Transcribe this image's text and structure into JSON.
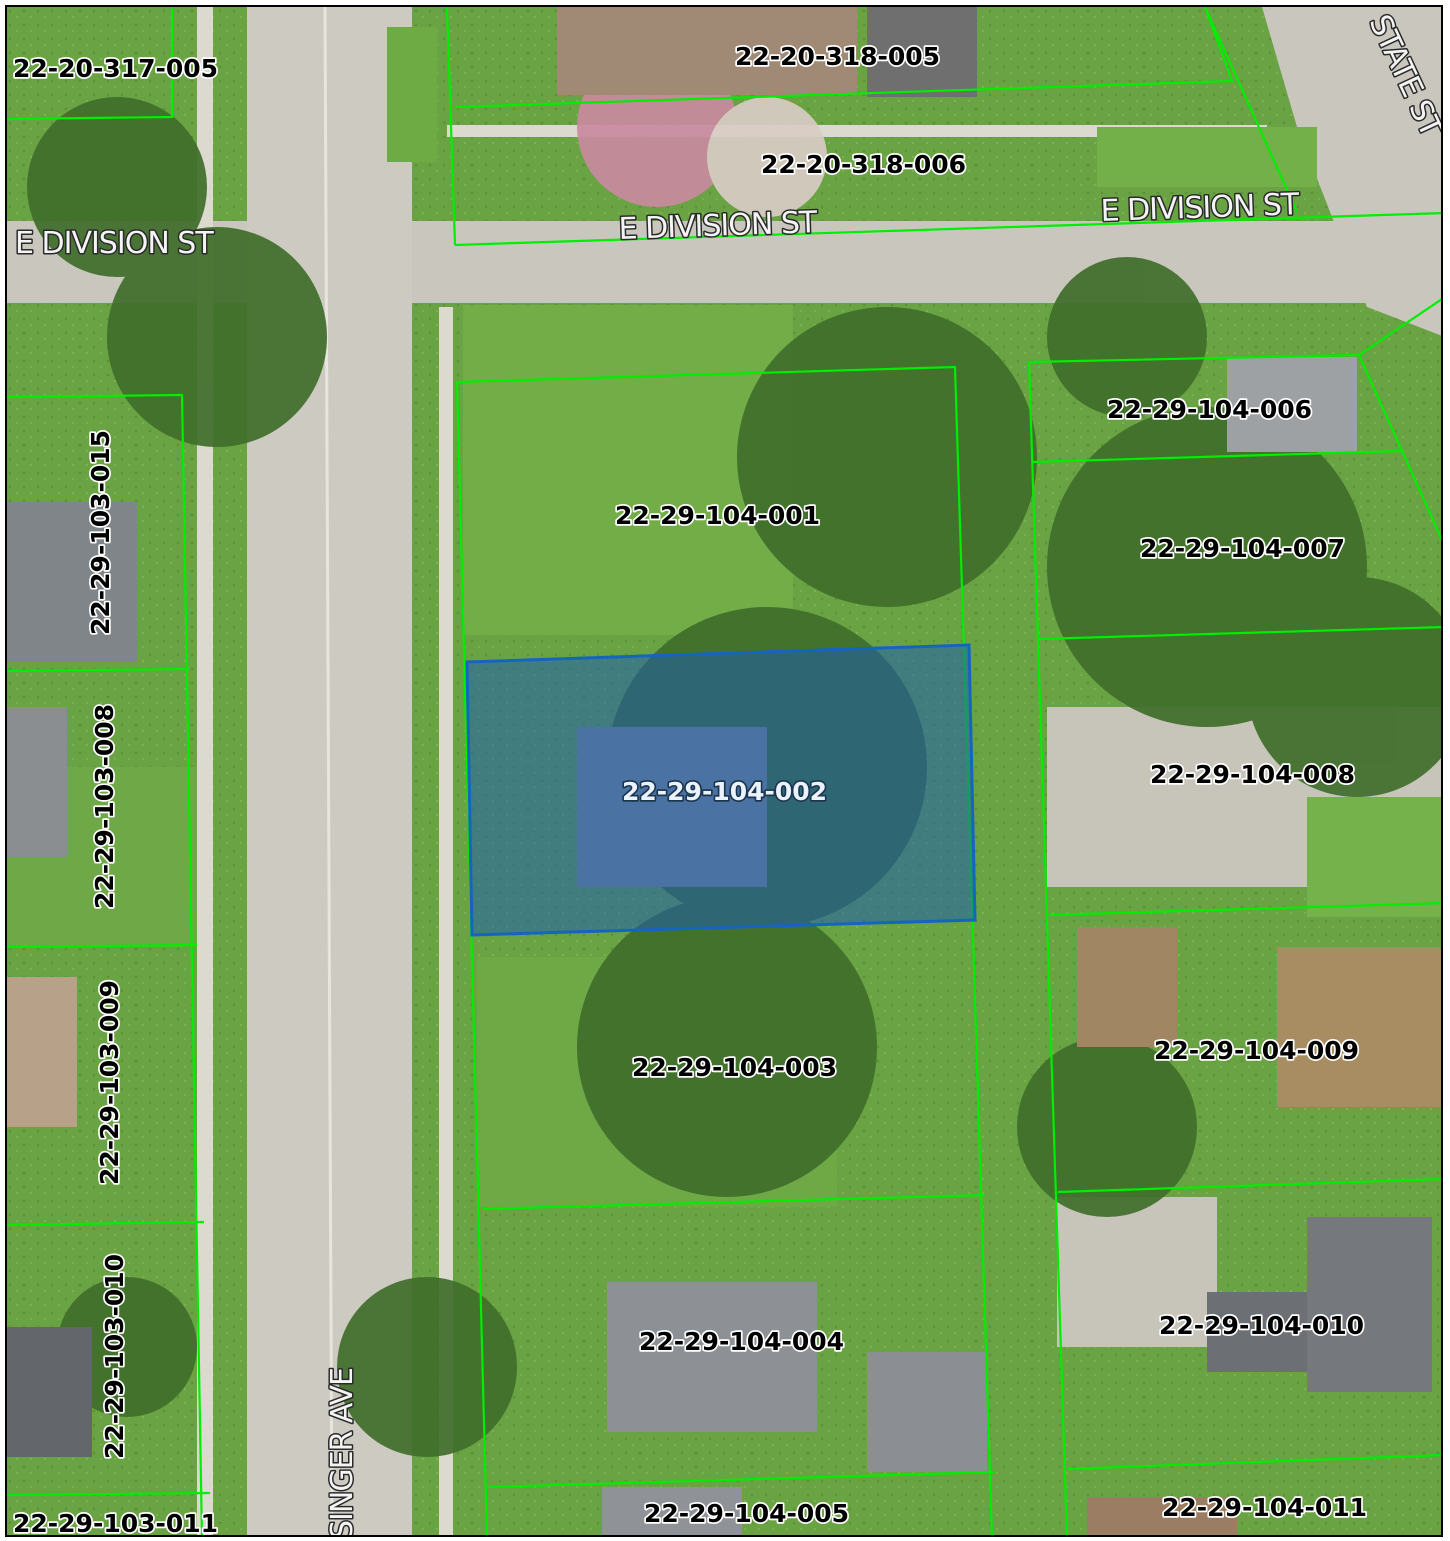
{
  "map": {
    "colors": {
      "parcel_line": "#00ee00",
      "selection_fill": "#1f5fae",
      "selection_stroke": "#1565c0",
      "road": "#c9c6bd",
      "grass": "#6aa343",
      "tree": "#3f6e2a",
      "roof": "#8b8f93"
    },
    "streets": {
      "e_division_left": "E DIVISION ST",
      "e_division_mid": "E DIVISION ST",
      "e_division_right": "E DIVISION ST",
      "state": "STATE ST",
      "singer": "SINGER AVE"
    },
    "parcels": {
      "p_317_005": "22-20-317-005",
      "p_318_005": "22-20-318-005",
      "p_318_006": "22-20-318-006",
      "p_104_001": "22-29-104-001",
      "p_104_002": "22-29-104-002",
      "p_104_003": "22-29-104-003",
      "p_104_004": "22-29-104-004",
      "p_104_005": "22-29-104-005",
      "p_104_006": "22-29-104-006",
      "p_104_007": "22-29-104-007",
      "p_104_008": "22-29-104-008",
      "p_104_009": "22-29-104-009",
      "p_104_010": "22-29-104-010",
      "p_104_011": "22-29-104-011",
      "p_103_015": "22-29-103-015",
      "p_103_008": "22-29-103-008",
      "p_103_009": "22-29-103-009",
      "p_103_010": "22-29-103-010",
      "p_103_011": "22-29-103-011"
    },
    "selected_parcel": "22-29-104-002"
  }
}
